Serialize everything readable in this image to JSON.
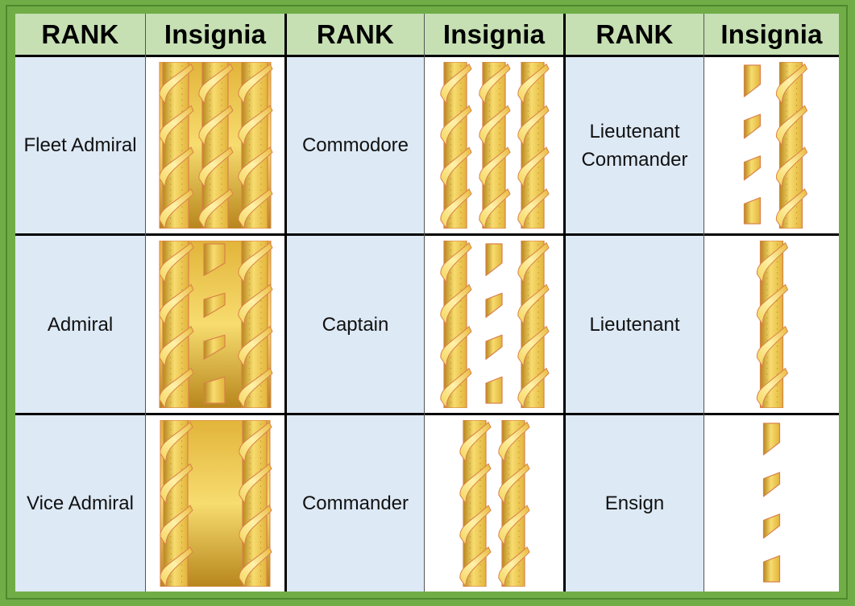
{
  "colors": {
    "frame_green": "#70ad47",
    "frame_dark": "#4e8a2c",
    "header_bg": "#c6e0b4",
    "rank_bg": "#dde9f5",
    "insignia_bg": "#ffffff",
    "gold_light": "#f7dc6f",
    "gold_mid": "#e2b43a",
    "gold_dark": "#b7861c",
    "gold_edge": "#d9824a"
  },
  "table": {
    "headers": [
      "RANK",
      "Insignia",
      "RANK",
      "Insignia",
      "RANK",
      "Insignia"
    ],
    "rows": [
      [
        {
          "rank": "Fleet Admiral",
          "insignia_icon": "fleet-admiral-insignia",
          "stripes": [
            "full",
            "full",
            "full"
          ],
          "base_band": "medium"
        },
        {
          "rank": "Commodore",
          "insignia_icon": "commodore-insignia",
          "stripes": [
            "full",
            "full",
            "full"
          ]
        },
        {
          "rank": "Lieutenant Commander",
          "insignia_icon": "lieutenant-commander-insignia",
          "stripes": [
            "half",
            "full"
          ]
        }
      ],
      [
        {
          "rank": "Admiral",
          "insignia_icon": "admiral-insignia",
          "stripes": [
            "full",
            "half",
            "full"
          ],
          "base_band": "medium"
        },
        {
          "rank": "Captain",
          "insignia_icon": "captain-insignia",
          "stripes": [
            "full",
            "half",
            "full"
          ]
        },
        {
          "rank": "Lieutenant",
          "insignia_icon": "lieutenant-insignia",
          "stripes": [
            "full"
          ]
        }
      ],
      [
        {
          "rank": "Vice Admiral",
          "insignia_icon": "vice-admiral-insignia",
          "stripes": [
            "full",
            "full"
          ],
          "base_band": "wide"
        },
        {
          "rank": "Commander",
          "insignia_icon": "commander-insignia",
          "stripes": [
            "full",
            "full"
          ]
        },
        {
          "rank": "Ensign",
          "insignia_icon": "ensign-insignia",
          "stripes": [
            "half"
          ]
        }
      ]
    ]
  }
}
